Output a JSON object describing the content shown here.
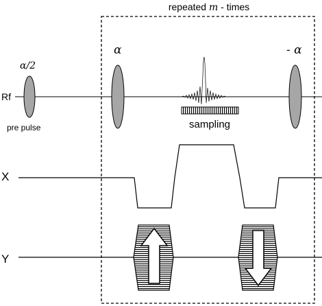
{
  "diagram": {
    "title_prefix": "repeated ",
    "title_var": "m",
    "title_suffix": " - times",
    "rows": {
      "rf": "Rf",
      "x": "X",
      "y": "Y"
    },
    "prepulse_angle": "α/2",
    "prepulse_caption": "pre pulse",
    "pulse_alpha": "α",
    "pulse_neg_alpha": "- α",
    "sampling_label": "sampling",
    "arrow_icons": [
      "arrow-up-icon",
      "arrow-down-icon"
    ],
    "colors": {
      "pulse_fill": "#a6a6a6",
      "line": "#000000",
      "background": "#ffffff"
    }
  }
}
